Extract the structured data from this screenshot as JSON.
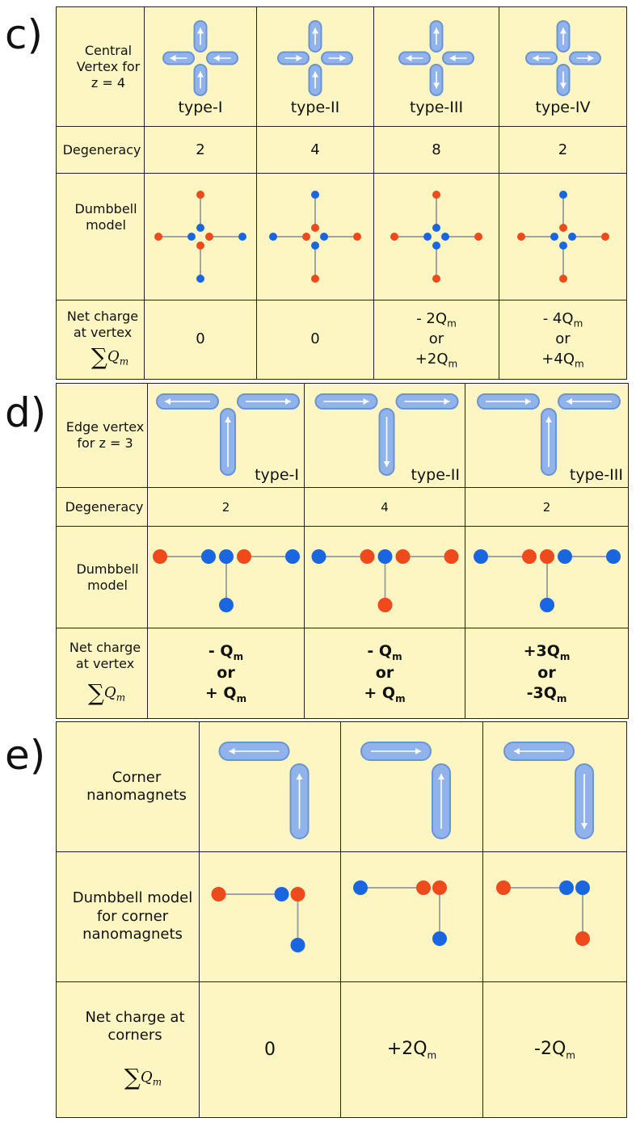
{
  "panels": {
    "c": {
      "letter": "c)",
      "row_headers": {
        "vertex": "Central Vertex for z = 4",
        "degeneracy": "Degeneracy",
        "dumbbell": "Dumbbell model",
        "charge": "Net charge at vertex"
      },
      "types": [
        "type-I",
        "type-II",
        "type-III",
        "type-IV"
      ],
      "degeneracy": [
        "2",
        "4",
        "8",
        "2"
      ],
      "charges": [
        {
          "lines": [
            "0"
          ]
        },
        {
          "lines": [
            "0"
          ]
        },
        {
          "lines": [
            "- 2Q",
            "or",
            "+2Q"
          ]
        },
        {
          "lines": [
            "- 4Q",
            "or",
            "+4Q"
          ]
        }
      ]
    },
    "d": {
      "letter": "d)",
      "row_headers": {
        "vertex": "Edge vertex for z = 3",
        "degeneracy": "Degeneracy",
        "dumbbell": "Dumbbell model",
        "charge": "Net charge at vertex"
      },
      "types": [
        "type-I",
        "type-II",
        "type-III"
      ],
      "degeneracy": [
        "2",
        "4",
        "2"
      ],
      "charges": [
        {
          "lines": [
            "- Q",
            "or",
            "+ Q"
          ]
        },
        {
          "lines": [
            "- Q",
            "or",
            "+ Q"
          ]
        },
        {
          "lines": [
            "+3Q",
            "or",
            "-3Q"
          ]
        }
      ]
    },
    "e": {
      "letter": "e)",
      "row_headers": {
        "corner": "Corner nanomagnets",
        "dumbbell": "Dumbbell model for corner nanomagnets",
        "charge": "Net charge at corners"
      },
      "charges": [
        "0",
        "+2Q",
        "-2Q"
      ]
    }
  },
  "symbols": {
    "sum": "∑",
    "q": "Q",
    "m_sub": "m",
    "qm_sub": "m"
  },
  "colors": {
    "background": "#fdf6c3",
    "magnet": "#8fb3ea",
    "negative_charge": "#1a66e0",
    "positive_charge": "#ee4a1c",
    "rod": "#a3a3a3"
  }
}
